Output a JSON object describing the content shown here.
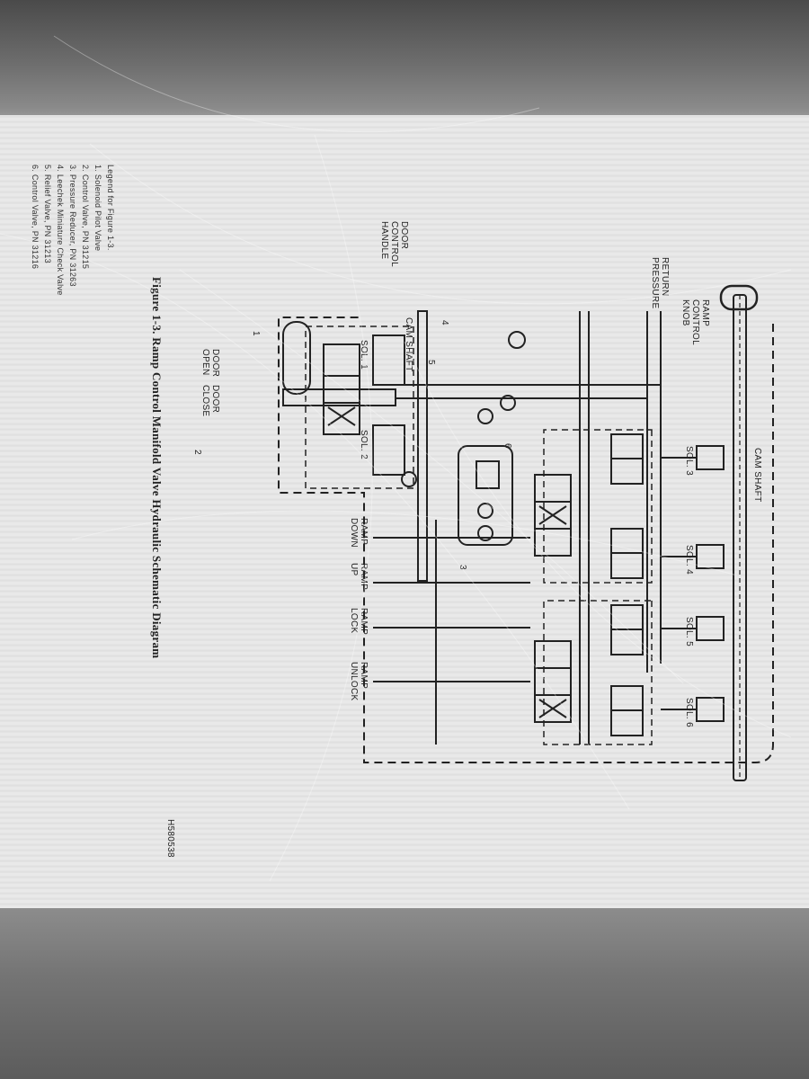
{
  "figure_caption": "Figure 1-3.   Ramp Control Manifold Valve Hydraulic Schematic Diagram",
  "drawing_id": "H580538",
  "labels": {
    "ramp_control_knob": [
      "RAMP",
      "CONTROL",
      "KNOB"
    ],
    "return_pressure": [
      "RETURN",
      "PRESSURE"
    ],
    "cam_shaft_top": "CAM SHAFT",
    "cam_shaft_left": "CAM SHAFT",
    "door_control_handle": [
      "DOOR",
      "CONTROL",
      "HANDLE"
    ],
    "door_open": [
      "DOOR",
      "OPEN"
    ],
    "door_close": [
      "DOOR",
      "CLOSE"
    ],
    "ramp_down": [
      "RAMP",
      "DOWN"
    ],
    "ramp_up": [
      "RAMP",
      "UP"
    ],
    "ramp_lock": [
      "RAMP",
      "LOCK"
    ],
    "ramp_unlock": [
      "RAMP",
      "UNLOCK"
    ],
    "solenoids": [
      "SOL. 1",
      "SOL. 2",
      "SOL. 3",
      "SOL. 4",
      "SOL. 5",
      "SOL. 6"
    ],
    "callouts": [
      "1",
      "2",
      "3",
      "4",
      "5",
      "6"
    ]
  },
  "legend": {
    "title": "Legend for Figure 1-3.",
    "items": [
      {
        "num": "1.",
        "text": "Solenoid Pilot Valve"
      },
      {
        "num": "2.",
        "text": "Control Valve, PN 31215"
      },
      {
        "num": "3.",
        "text": "Pressure Reducer, PN 31263"
      },
      {
        "num": "4.",
        "text": "Leechek Miniature Check Valve"
      },
      {
        "num": "5.",
        "text": "Relief Valve, PN 31213"
      },
      {
        "num": "6.",
        "text": "Control Valve, PN 31216"
      }
    ]
  }
}
